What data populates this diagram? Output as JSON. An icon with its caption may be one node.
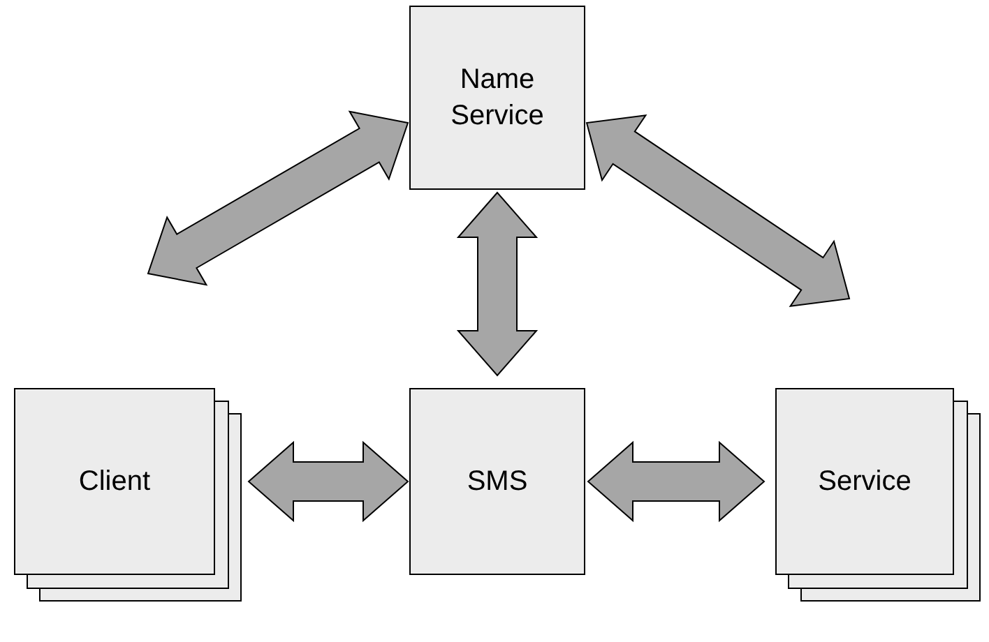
{
  "diagram": {
    "nodes": [
      {
        "text": [
          "Name Service"
        ]
      },
      {
        "text": [
          "Client"
        ]
      },
      {
        "text": [
          "SMS"
        ]
      },
      {
        "text": [
          "Service"
        ]
      }
    ],
    "edges": [
      {
        "from": 1,
        "to": 0,
        "arrow": "both"
      },
      {
        "from": 0,
        "to": 3,
        "arrow": "both"
      },
      {
        "from": 0,
        "to": 2,
        "arrow": "both"
      },
      {
        "from": 1,
        "to": 2,
        "arrow": "both"
      },
      {
        "from": 2,
        "to": 3,
        "arrow": "both"
      }
    ]
  }
}
